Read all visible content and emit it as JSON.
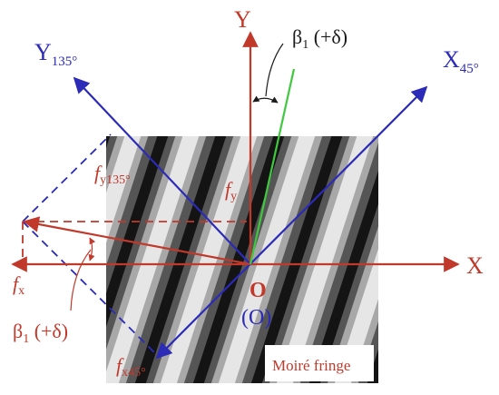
{
  "labels": {
    "y_axis": "Y",
    "x_axis": "X",
    "y135_main": "Y",
    "y135_sub": "135°",
    "x45_main": "X",
    "x45_sub": "45°",
    "beta_top_main": "β",
    "beta_top_sub": "1",
    "beta_top_rest": " (+δ)",
    "beta_bottom_main": "β",
    "beta_bottom_sub": "1",
    "beta_bottom_rest": " (+δ)",
    "fy135_main": "f",
    "fy135_sub": "y135°",
    "fy_main": "f",
    "fy_sub": "y",
    "fx_main": "f",
    "fx_sub": "x",
    "fx45_main": "f",
    "fx45_sub": "x45°",
    "origin_red": "O",
    "origin_blue": "(O)",
    "moire_caption": "Moiré fringe"
  },
  "colors": {
    "red": "#c0392b",
    "blue": "#2b2bb8",
    "green": "#3fc93f",
    "fringe_dark": "#141414",
    "fringe_light": "#e6e6e6"
  }
}
